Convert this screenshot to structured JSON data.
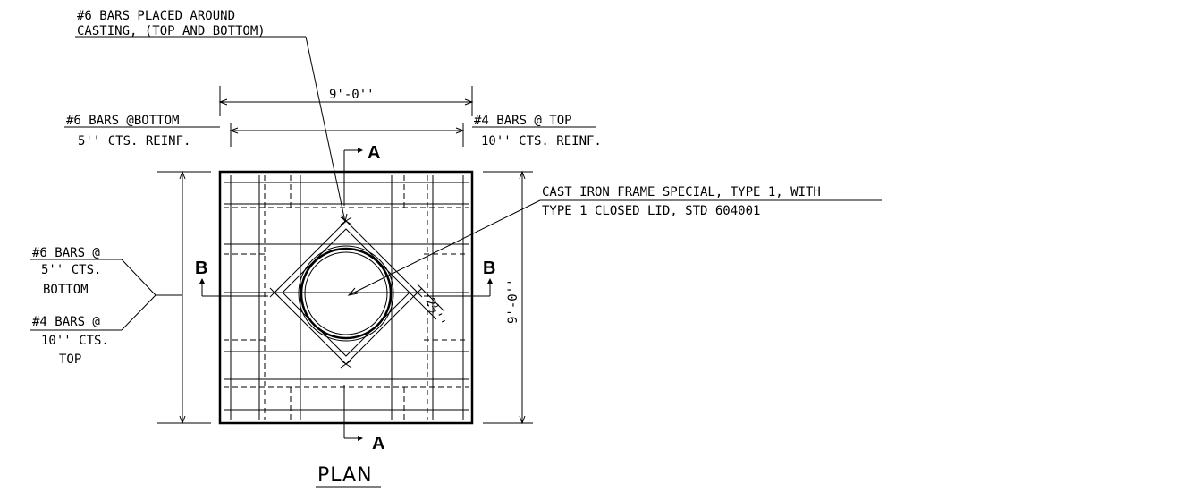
{
  "drawing": {
    "title": "PLAN",
    "notes": {
      "casting_bars_line1": "#6 BARS PLACED AROUND",
      "casting_bars_line2": "CASTING, (TOP AND BOTTOM)",
      "bottom_reinf_line1": "#6 BARS @BOTTOM",
      "bottom_reinf_line2": "5'' CTS.   REINF.",
      "top_reinf_line1": "#4 BARS @ TOP",
      "top_reinf_line2": "10'' CTS. REINF.",
      "frame_line1": "CAST IRON FRAME SPECIAL, TYPE 1, WITH",
      "frame_line2": "TYPE 1 CLOSED LID, STD 604001",
      "left_six_line1": "#6 BARS @",
      "left_six_line2": "5'' CTS.",
      "left_six_line3": "BOTTOM",
      "left_four_line1": "#4 BARS @",
      "left_four_line2": "10'' CTS.",
      "left_four_line3": "TOP"
    },
    "dimensions": {
      "top_width": "9'-0''",
      "right_height": "9'-0''",
      "corner_offset": "2½''"
    },
    "section_marks": {
      "a_top": "A",
      "a_bottom": "A",
      "b_left": "B",
      "b_right": "B"
    }
  }
}
